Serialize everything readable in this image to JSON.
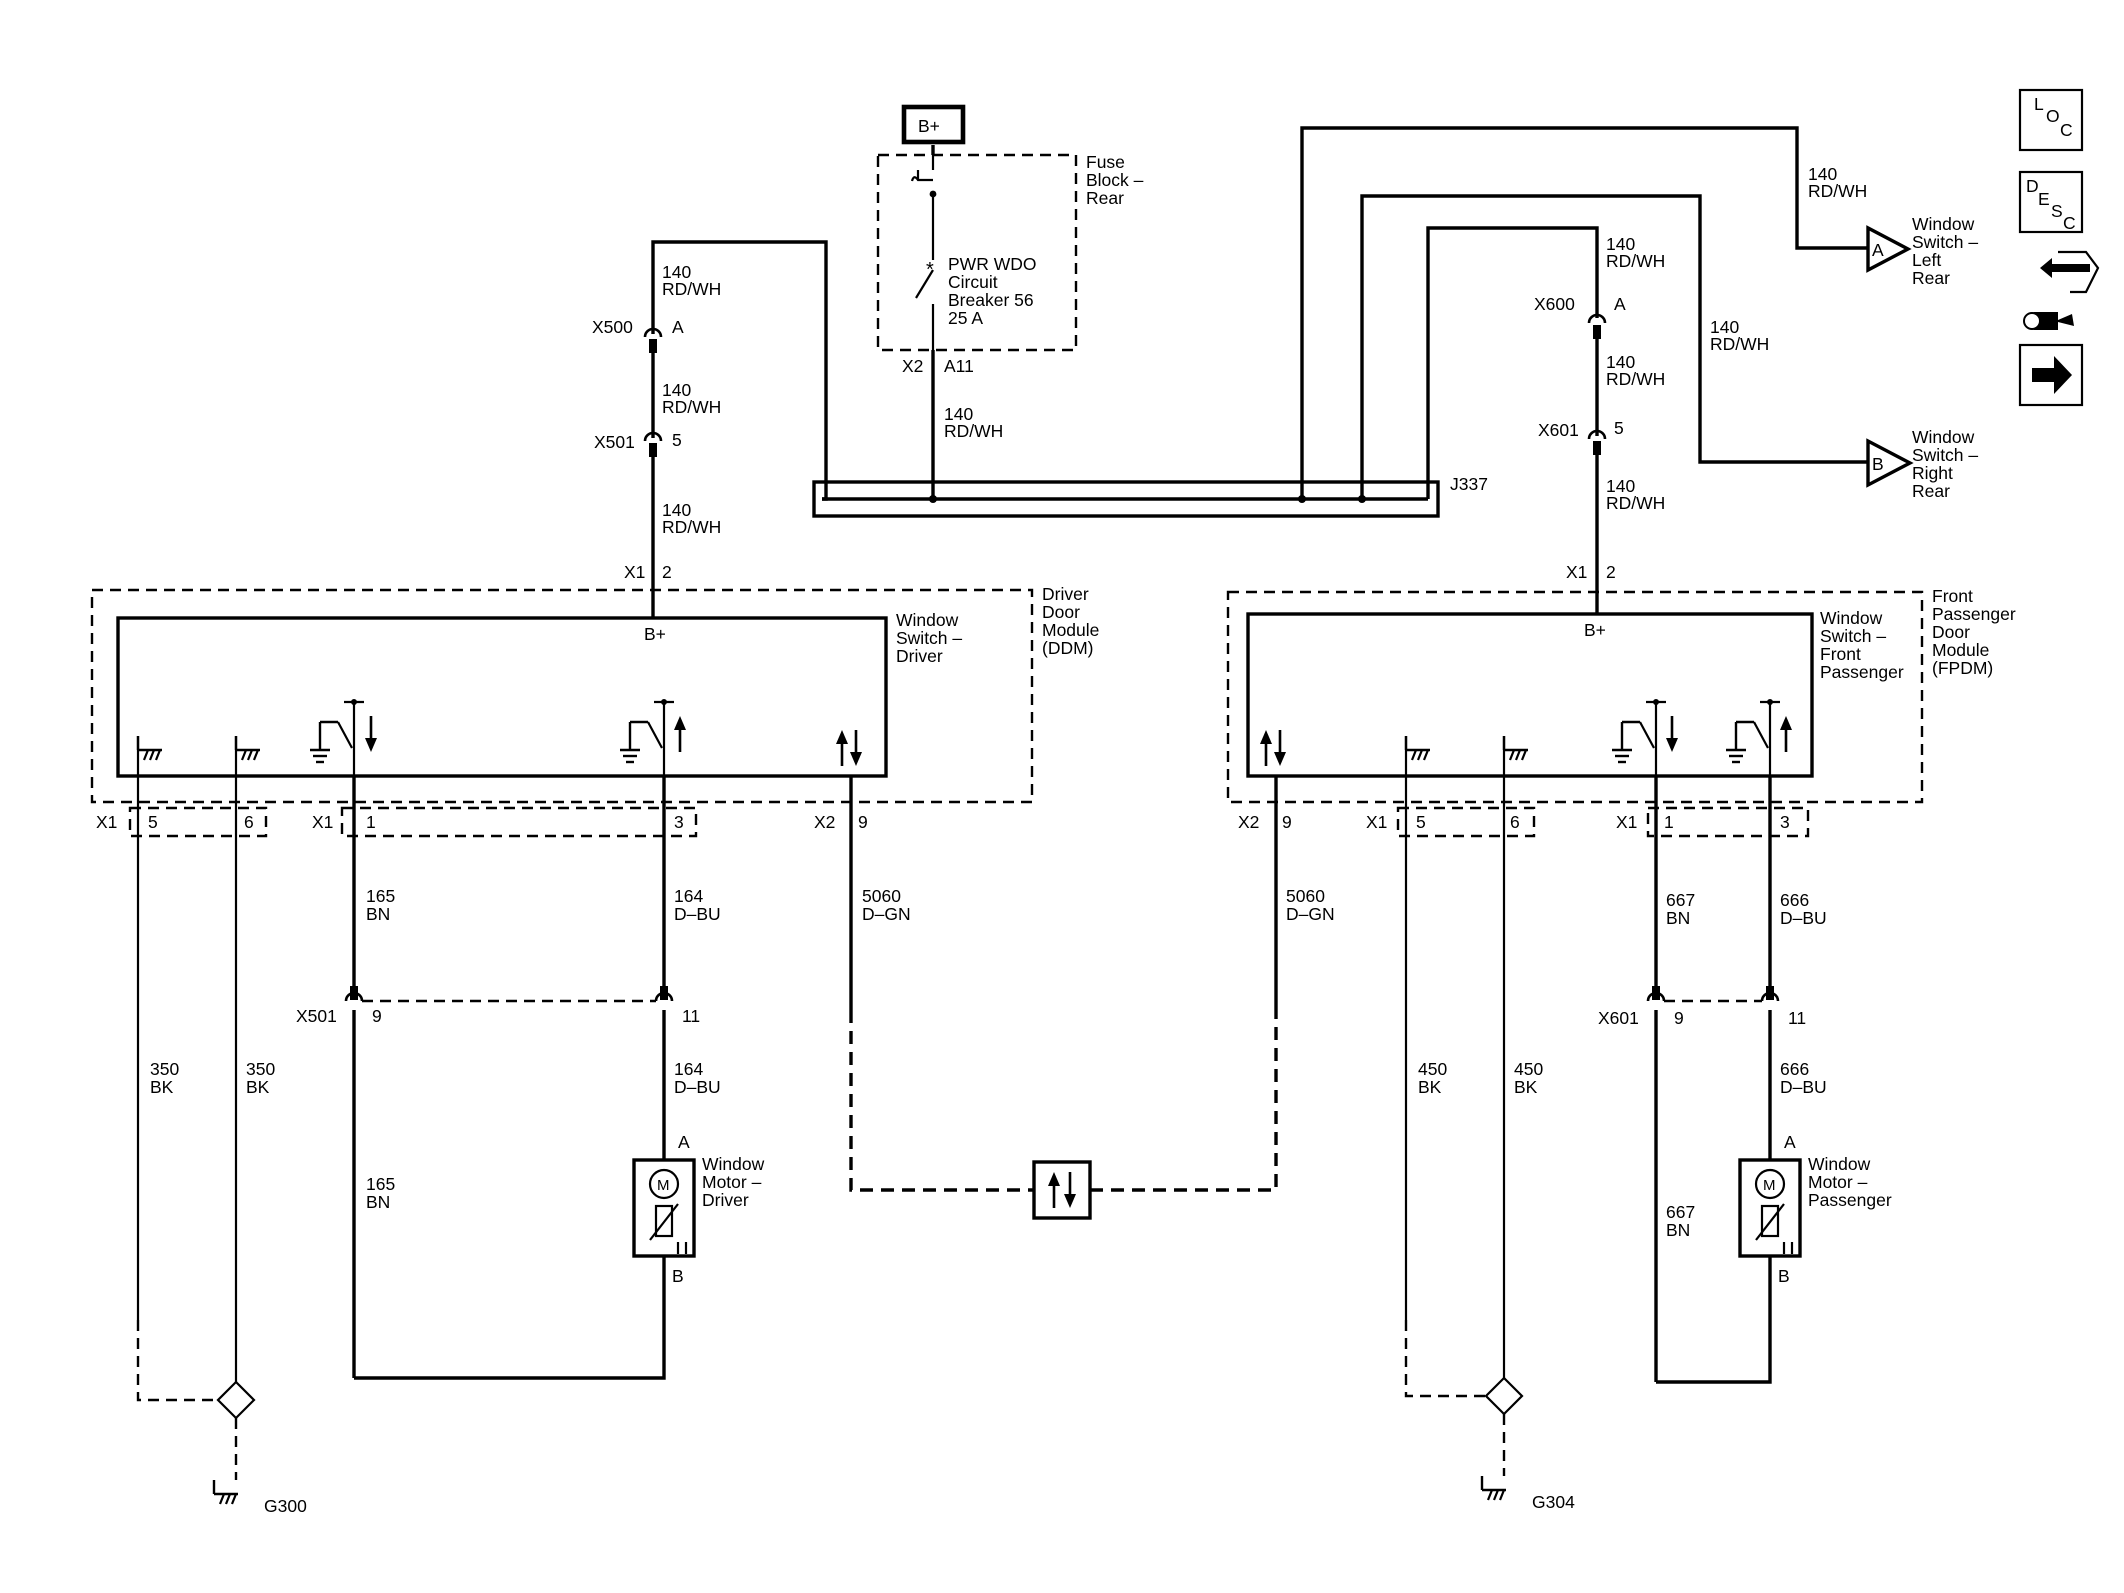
{
  "power": {
    "battery": "B+"
  },
  "fuse_block": {
    "name": [
      "Fuse",
      "Block –",
      "Rear"
    ],
    "breaker": [
      "PWR WDO",
      "Circuit",
      "Breaker 56",
      "25 A"
    ],
    "connector": "X2",
    "pin": "A11"
  },
  "splice": {
    "name": "J337"
  },
  "wires": {
    "pwr_140": [
      "140",
      "RD/WH"
    ],
    "d165": [
      "165",
      "BN"
    ],
    "d164": [
      "164",
      "D–BU"
    ],
    "d5060": [
      "5060",
      "D–GN"
    ],
    "p5060": [
      "5060",
      "D–GN"
    ],
    "p667": [
      "667",
      "BN"
    ],
    "p666": [
      "666",
      "D–BU"
    ],
    "g350": [
      "350",
      "BK"
    ],
    "g450": [
      "450",
      "BK"
    ]
  },
  "connectors": {
    "x500": "X500",
    "x501": "X501",
    "x600": "X600",
    "x601": "X601",
    "x1": "X1",
    "x2": "X2",
    "pin_a": "A",
    "pin_b": "B",
    "pin_1": "1",
    "pin_2": "2",
    "pin_3": "3",
    "pin_5": "5",
    "pin_6": "6",
    "pin_9": "9",
    "pin_11": "11"
  },
  "driver_module": {
    "name": [
      "Driver",
      "Door",
      "Module",
      "(DDM)"
    ],
    "switch": [
      "Window",
      "Switch –",
      "Driver"
    ],
    "bplus": "B+"
  },
  "passenger_module": {
    "name": [
      "Front",
      "Passenger",
      "Door",
      "Module",
      "(FPDM)"
    ],
    "switch": [
      "Window",
      "Switch –",
      "Front",
      "Passenger"
    ],
    "bplus": "B+"
  },
  "rear_switches": {
    "left": {
      "pin": "A",
      "label": [
        "Window",
        "Switch –",
        "Left",
        "Rear"
      ]
    },
    "right": {
      "pin": "B",
      "label": [
        "Window",
        "Switch –",
        "Right",
        "Rear"
      ]
    }
  },
  "motors": {
    "driver": {
      "label": [
        "Window",
        "Motor –",
        "Driver"
      ],
      "symbol": "M"
    },
    "passenger": {
      "label": [
        "Window",
        "Motor –",
        "Passenger"
      ],
      "symbol": "M"
    }
  },
  "grounds": {
    "left": "G300",
    "right": "G304"
  },
  "legend": {
    "loc": [
      "L",
      "O",
      "C"
    ],
    "desc": [
      "D",
      "E",
      "S",
      "C"
    ]
  }
}
